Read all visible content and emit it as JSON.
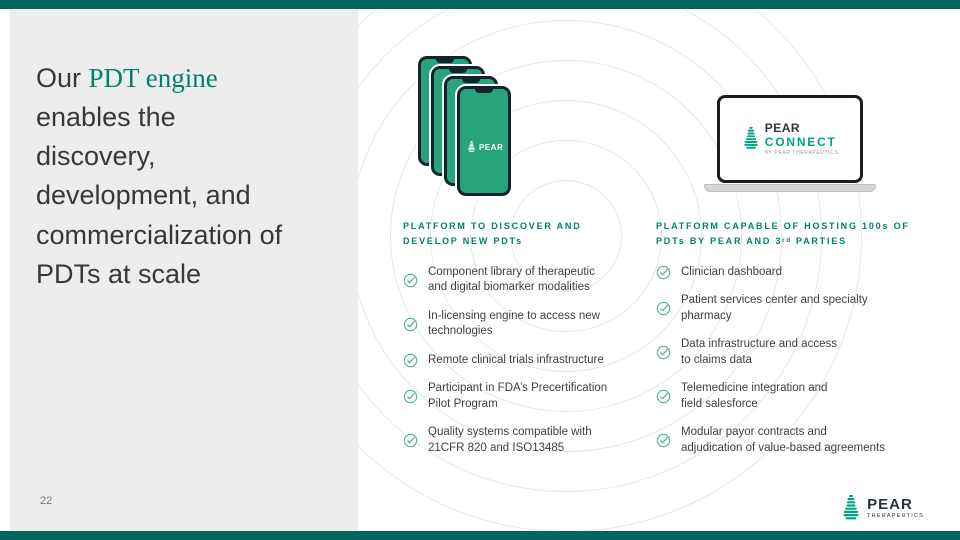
{
  "page_number": "22",
  "title": {
    "prefix": "Our ",
    "highlight": "PDT engine",
    "lines": [
      "enables the",
      "discovery,",
      "development, and",
      "commercialization of",
      "PDTs at scale"
    ]
  },
  "columns": [
    {
      "header": "PLATFORM TO DISCOVER AND\nDEVELOP NEW PDTs",
      "items": [
        "Component library of therapeutic\nand digital biomarker modalities",
        "In-licensing engine to access new\ntechnologies",
        "Remote clinical trials infrastructure",
        "Participant in FDA’s Precertification\nPilot Program",
        "Quality systems compatible with\n21CFR 820 and ISO13485"
      ]
    },
    {
      "header": "PLATFORM CAPABLE OF HOSTING 100s OF\nPDTs BY PEAR AND 3ʳᵈ PARTIES",
      "items": [
        "Clinician dashboard",
        "Patient services center and specialty\npharmacy",
        "Data infrastructure and access\nto claims data",
        "Telemedicine integration and\nfield salesforce",
        "Modular payor contracts and\nadjudication of value-based agreements"
      ]
    }
  ],
  "phone_logo": {
    "name": "PEAR"
  },
  "laptop_logo": {
    "name": "PEAR",
    "product": "CONNECT",
    "byline": "BY PEAR THERAPEUTICS"
  },
  "footer_logo": {
    "name": "PEAR",
    "division": "THERAPEUTICS"
  },
  "colors": {
    "accent_teal": "#00816b",
    "bar_teal": "#00675a",
    "pear_green": "#00a383",
    "phone_screen": "#27a47c",
    "check_green": "#4bb392",
    "panel_gray": "#ededed",
    "text_dark": "#3c3c3c"
  }
}
